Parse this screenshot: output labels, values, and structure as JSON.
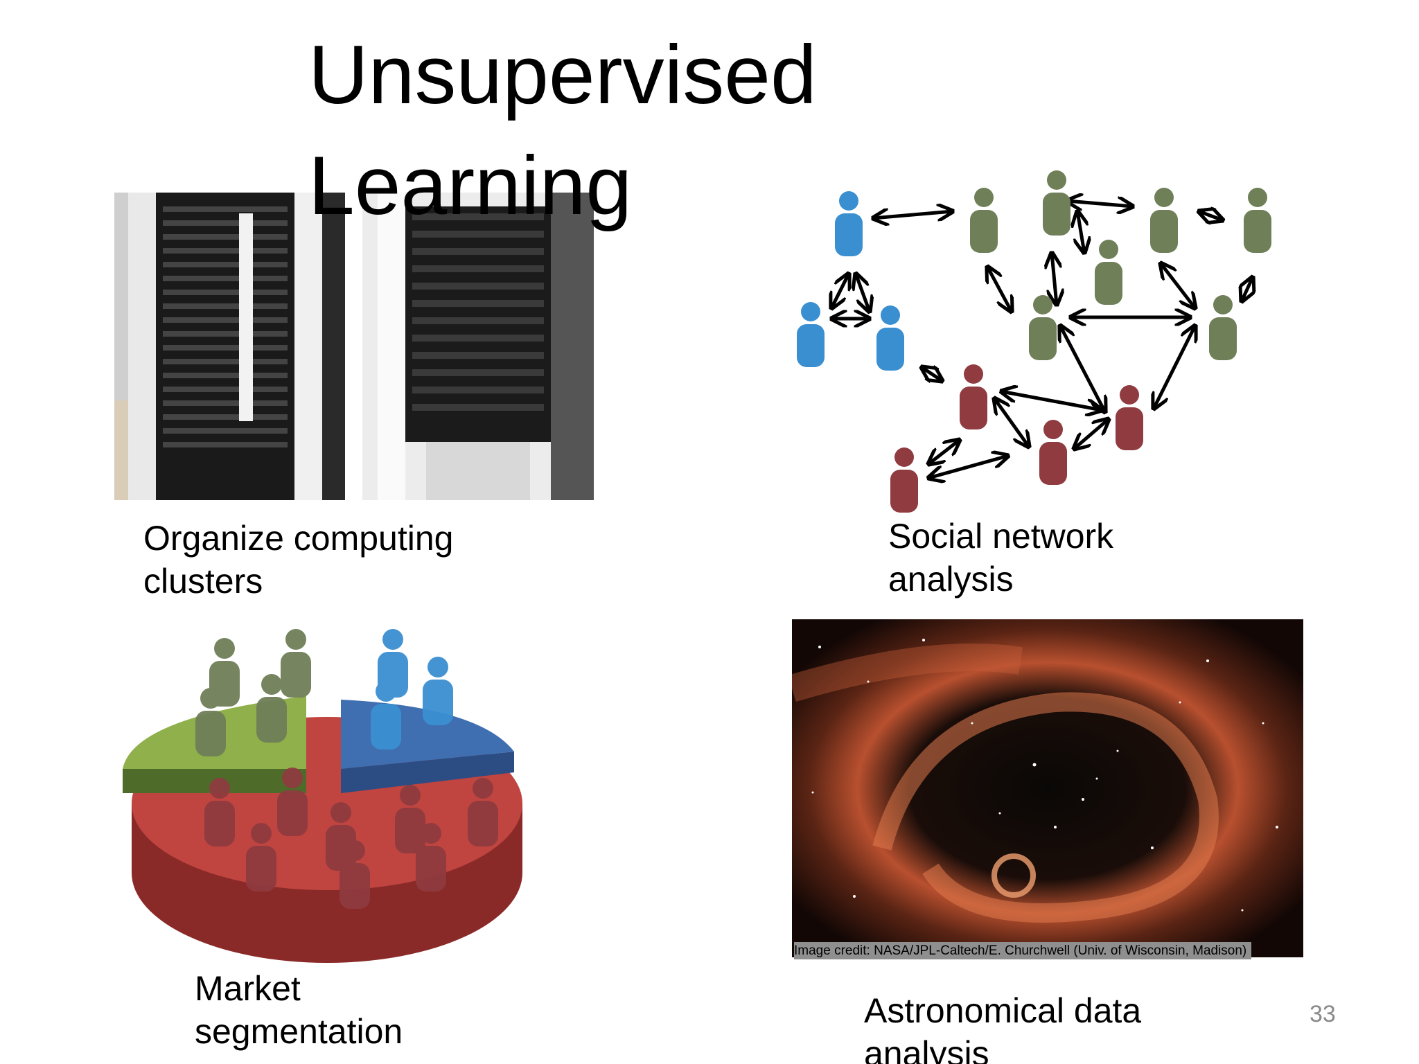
{
  "slide": {
    "title": "Unsupervised\nLearning",
    "page_number": "33"
  },
  "panels": {
    "clusters": {
      "caption": "Organize computing\nclusters"
    },
    "social": {
      "caption": "Social network\nanalysis"
    },
    "market": {
      "caption": "Market\nsegmentation"
    },
    "astro": {
      "caption": "Astronomical data\nanalysis",
      "credit": "Image credit: NASA/JPL-Caltech/E. Churchwell (Univ. of Wisconsin, Madison)"
    }
  },
  "colors": {
    "blue_person": "#3a8fd1",
    "green_person": "#6f7f58",
    "red_person": "#8f3b40",
    "pie_red": "#c0443f",
    "pie_green": "#8fb04b",
    "pie_blue": "#3f6fb0"
  }
}
